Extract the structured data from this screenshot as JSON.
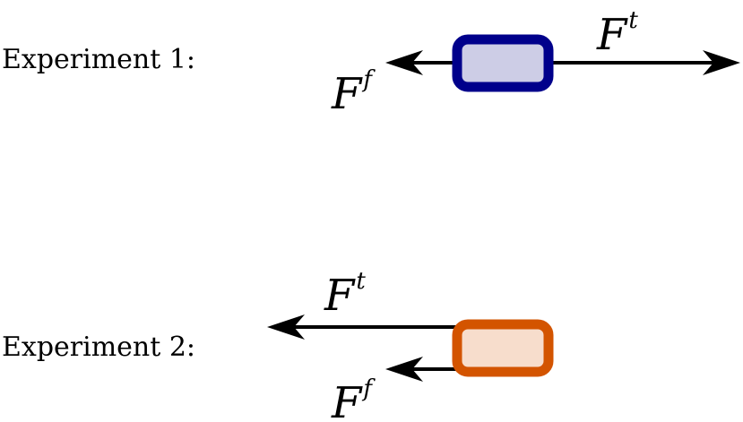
{
  "experiments": [
    {
      "label": "Experiment 1:",
      "block": {
        "border_color": "#00008b",
        "fill_color": "#cdcde6"
      },
      "forces": [
        {
          "letter": "F",
          "superscript": "t",
          "direction": "right"
        },
        {
          "letter": "F",
          "superscript": "f",
          "direction": "left"
        }
      ]
    },
    {
      "label": "Experiment 2:",
      "block": {
        "border_color": "#d35400",
        "fill_color": "#f7ddcc"
      },
      "forces": [
        {
          "letter": "F",
          "superscript": "t",
          "direction": "left"
        },
        {
          "letter": "F",
          "superscript": "f",
          "direction": "left"
        }
      ]
    }
  ]
}
